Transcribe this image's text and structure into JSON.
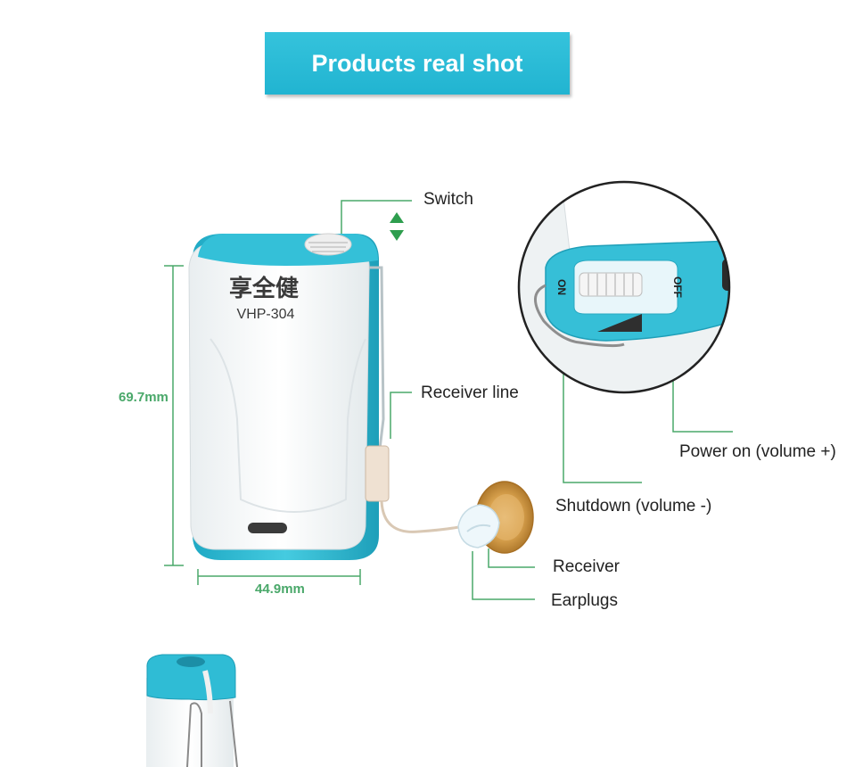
{
  "banner": {
    "title": "Products real shot"
  },
  "device": {
    "brand": "享全健",
    "model": "VHP-304"
  },
  "zoom": {
    "on_mark": "ON",
    "off_mark": "OFF"
  },
  "labels": {
    "switch": "Switch",
    "receiver_line": "Receiver line",
    "power_on": "Power on (volume +)",
    "shutdown": "Shutdown (volume -)",
    "receiver": "Receiver",
    "earplugs": "Earplugs"
  },
  "dimensions": {
    "height": "69.7mm",
    "width": "44.9mm"
  },
  "colors": {
    "accent": "#2ab8d3",
    "leader_line": "#4aa86a",
    "dimension_text": "#4aa86a",
    "arrow": "#2e9e4e"
  },
  "icons": [
    "switch-direction-arrows-icon"
  ]
}
